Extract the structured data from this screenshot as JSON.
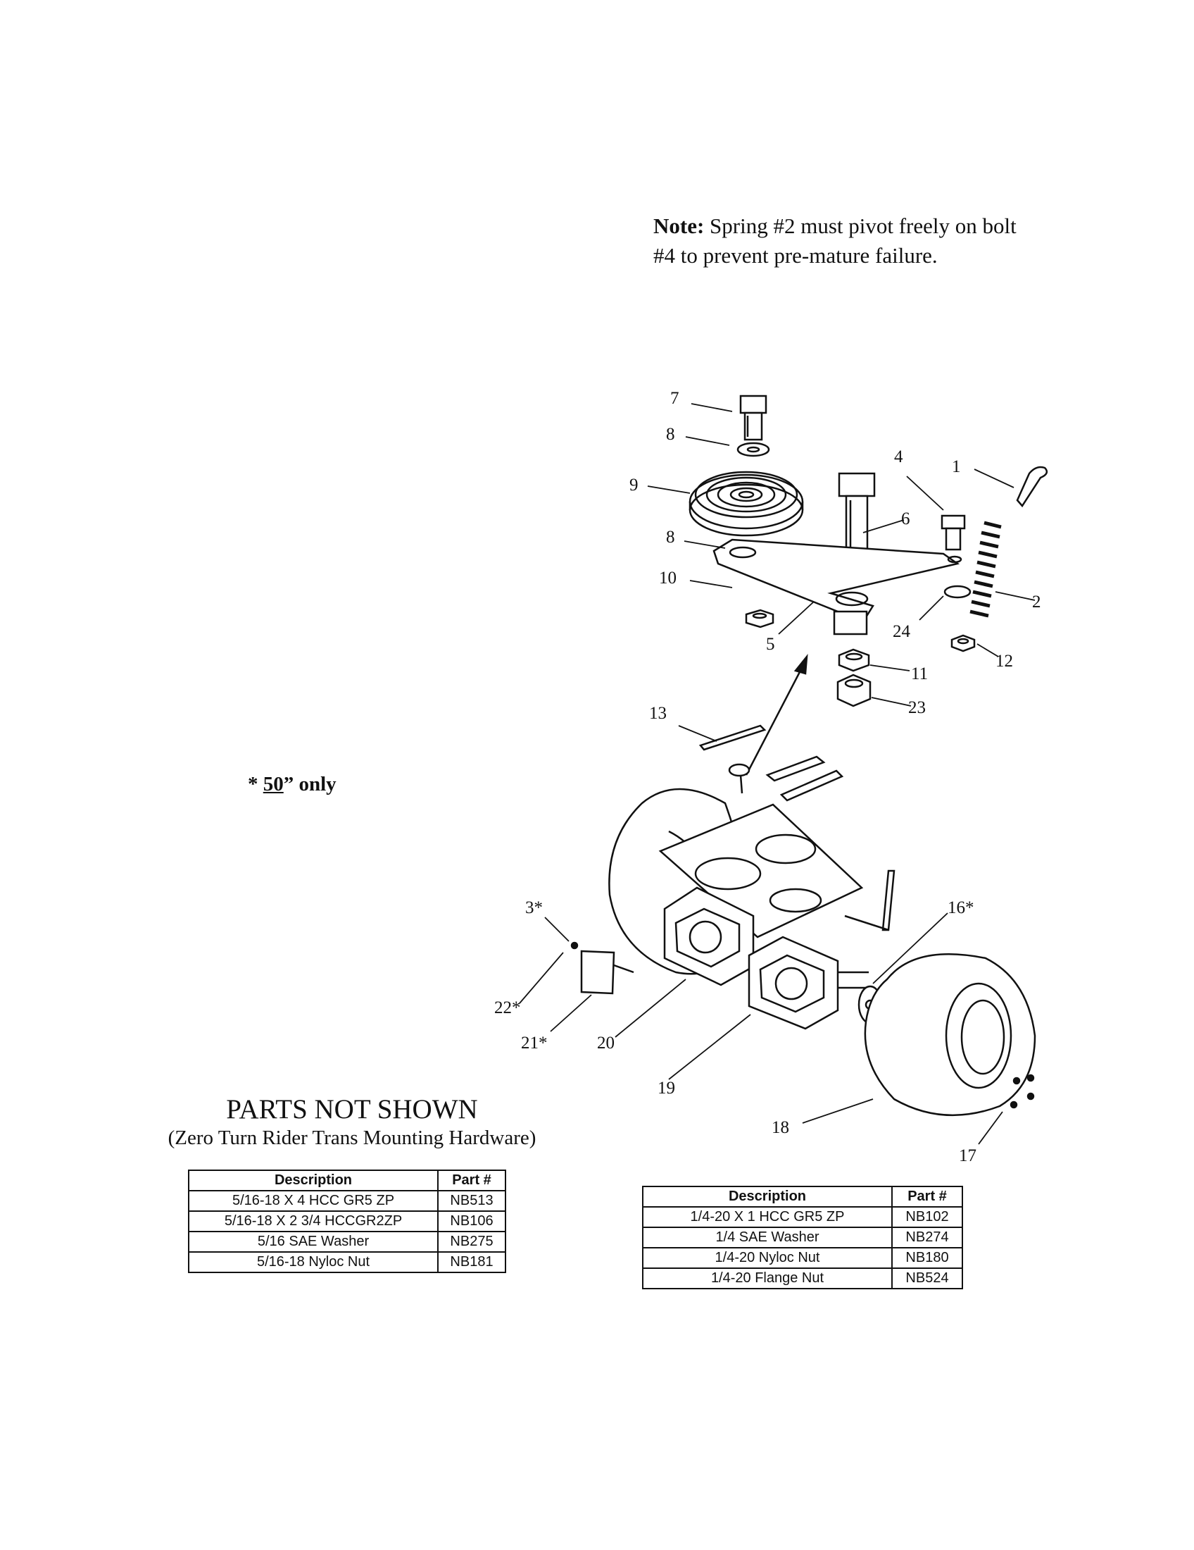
{
  "note": {
    "label": "Note:",
    "text": "Spring #2 must pivot freely on bolt #4 to prevent pre-mature failure."
  },
  "only_note": {
    "prefix": "* ",
    "underlined": "50",
    "suffix": "” only"
  },
  "parts_not_shown": {
    "title": "PARTS NOT SHOWN",
    "subtitle": "(Zero Turn Rider Trans Mounting Hardware)"
  },
  "table1": {
    "headers": [
      "Description",
      "Part #"
    ],
    "rows": [
      [
        "5/16-18 X 4 HCC GR5 ZP",
        "NB513"
      ],
      [
        "5/16-18 X 2 3/4 HCCGR2ZP",
        "NB106"
      ],
      [
        "5/16 SAE Washer",
        "NB275"
      ],
      [
        "5/16-18 Nyloc Nut",
        "NB181"
      ]
    ]
  },
  "table2": {
    "headers": [
      "Description",
      "Part #"
    ],
    "rows": [
      [
        "1/4-20 X 1 HCC GR5 ZP",
        "NB102"
      ],
      [
        "1/4 SAE Washer",
        "NB274"
      ],
      [
        "1/4-20 Nyloc Nut",
        "NB180"
      ],
      [
        "1/4-20 Flange Nut",
        "NB524"
      ]
    ]
  },
  "callouts": [
    "7",
    "8",
    "9",
    "4",
    "1",
    "6",
    "8",
    "2",
    "10",
    "24",
    "5",
    "12",
    "11",
    "23",
    "13",
    "3*",
    "16*",
    "22*",
    "21*",
    "20",
    "19",
    "18",
    "17"
  ]
}
